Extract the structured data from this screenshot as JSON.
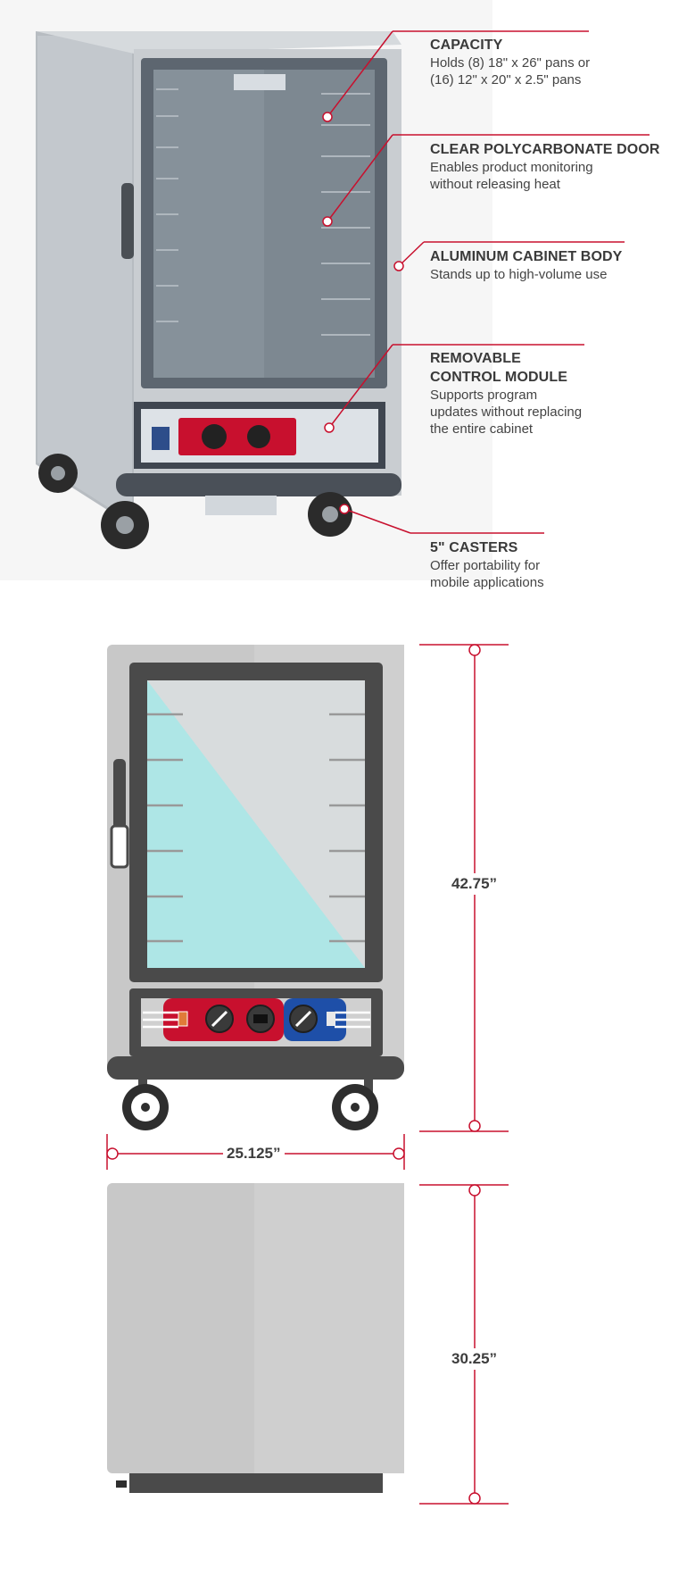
{
  "callouts": [
    {
      "title": "CAPACITY",
      "lines": [
        "Holds (8) 18\" x 26\" pans or",
        "(16) 12\" x 20\" x 2.5\" pans"
      ]
    },
    {
      "title": "CLEAR POLYCARBONATE DOOR",
      "lines": [
        "Enables product monitoring",
        "without releasing heat"
      ]
    },
    {
      "title": "ALUMINUM CABINET BODY",
      "lines": [
        "Stands up to high-volume use"
      ]
    },
    {
      "title_lines": [
        "REMOVABLE",
        "CONTROL MODULE"
      ],
      "lines": [
        "Supports program",
        "updates without replacing",
        "the entire cabinet"
      ]
    },
    {
      "title": "5\" CASTERS",
      "lines": [
        "Offer portability for",
        "mobile applications"
      ]
    }
  ],
  "dimensions": {
    "height_upper": "42.75”",
    "width": "25.125”",
    "height_lower": "30.25”"
  },
  "colors": {
    "accent_red": "#c8102e",
    "cabinet_gray": "#c8c8c8",
    "frame_dark": "#4a4a4a",
    "glass_tint": "#aee6e6",
    "control_red": "#c8102e",
    "control_blue": "#1e4fa8"
  }
}
